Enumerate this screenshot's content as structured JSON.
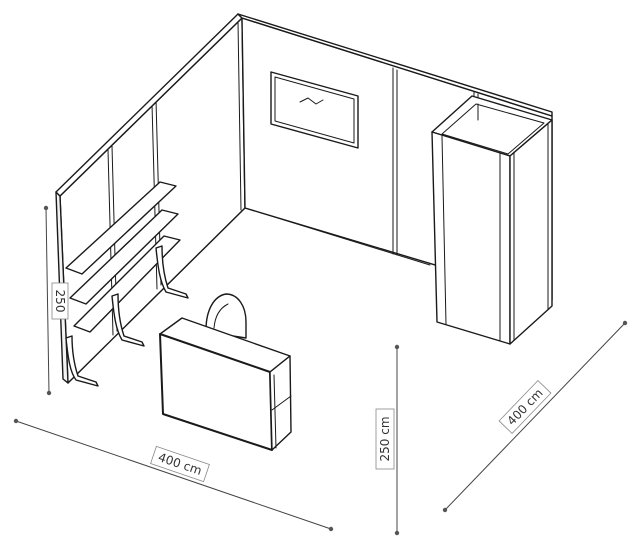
{
  "dimensions": {
    "front_width": "400 cm",
    "side_depth": "400 cm",
    "height": "250 cm",
    "left_height": "250"
  }
}
